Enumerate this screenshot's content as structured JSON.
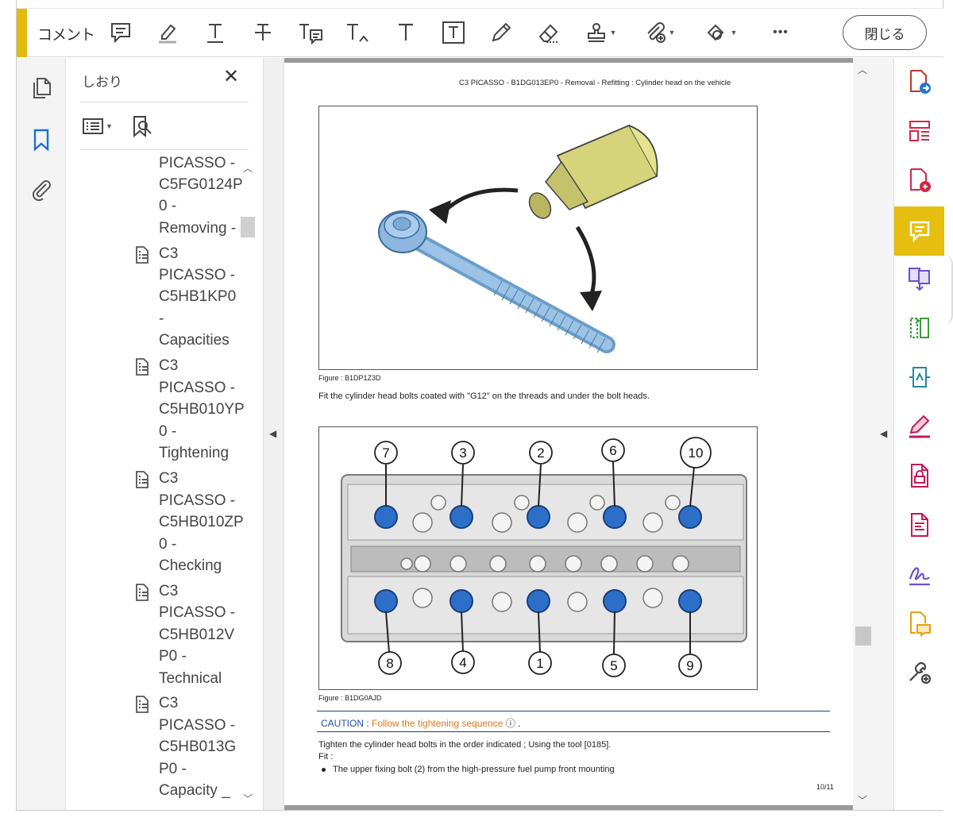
{
  "toolbar": {
    "mode_label": "コメント",
    "close_label": "閉じる",
    "tools": [
      {
        "name": "sticky-note-icon"
      },
      {
        "name": "highlight-icon"
      },
      {
        "name": "underline-text-icon"
      },
      {
        "name": "strikethrough-text-icon"
      },
      {
        "name": "replace-text-icon"
      },
      {
        "name": "insert-text-icon"
      },
      {
        "name": "add-text-comment-icon"
      },
      {
        "name": "text-box-icon"
      },
      {
        "name": "pencil-icon"
      },
      {
        "name": "eraser-icon"
      },
      {
        "name": "stamp-icon"
      },
      {
        "name": "attach-file-icon"
      },
      {
        "name": "shapes-icon"
      },
      {
        "name": "more-icon",
        "label": "•••"
      }
    ]
  },
  "left_rail": {
    "items": [
      "page-thumbnails-icon",
      "bookmarks-icon",
      "attachments-icon"
    ]
  },
  "bookmarks": {
    "title": "しおり",
    "close_glyph": "✕",
    "entries": [
      {
        "lines": [
          "PICASSO -",
          "C5FG0124P",
          "0 -",
          "Removing -"
        ],
        "has_icon": false
      },
      {
        "lines": [
          "C3",
          "PICASSO -",
          "C5HB1KP0",
          "-",
          "Capacities"
        ],
        "has_icon": true
      },
      {
        "lines": [
          "C3",
          "PICASSO -",
          "C5HB010YP",
          "0 -",
          "Tightening"
        ],
        "has_icon": true
      },
      {
        "lines": [
          "C3",
          "PICASSO -",
          "C5HB010ZP",
          "0 -",
          "Checking"
        ],
        "has_icon": true
      },
      {
        "lines": [
          "C3",
          "PICASSO -",
          "C5HB012V",
          "P0 -",
          "Technical"
        ],
        "has_icon": true
      },
      {
        "lines": [
          "C3",
          "PICASSO -",
          "C5HB013G",
          "P0 -",
          "Capacity _"
        ],
        "has_icon": true
      }
    ]
  },
  "document": {
    "header": "C3 PICASSO - B1DG013EP0 - Removal - Refitting : Cylinder head on the vehicle",
    "figure1_caption": "Figure : B1DP1Z3D",
    "paragraph1": "Fit the cylinder head bolts coated with \"G12\" on the threads and under the bolt heads.",
    "figure2_caption": "Figure : B1DG0AJD",
    "figure2_top_labels": [
      "7",
      "3",
      "2",
      "6",
      "10"
    ],
    "figure2_bottom_labels": [
      "8",
      "4",
      "1",
      "5",
      "9"
    ],
    "caution_label": "CAUTION :",
    "caution_text": "Follow the tightening sequence",
    "caution_info": "ⓘ",
    "paragraph2": "Tighten the cylinder head bolts in the order indicated ; Using the tool [0185].",
    "paragraph3": "Fit :",
    "bullet1": "The upper fixing bolt (2) from the high-pressure fuel pump front mounting",
    "page_number": "10/11"
  },
  "right_rail": {
    "items": [
      {
        "name": "export-pdf-icon",
        "color": "#c8322a"
      },
      {
        "name": "edit-pdf-icon",
        "color": "#d0284b"
      },
      {
        "name": "create-pdf-icon",
        "color": "#d0284b"
      },
      {
        "name": "comment-icon",
        "color": "#ffffff",
        "active": true
      },
      {
        "name": "combine-files-icon",
        "color": "#6b4fcf"
      },
      {
        "name": "organize-pages-icon",
        "color": "#3a9b3a"
      },
      {
        "name": "scan-ocr-icon",
        "color": "#1f8a9e"
      },
      {
        "name": "fill-sign-icon",
        "color": "#c2195b"
      },
      {
        "name": "protect-icon",
        "color": "#c2195b"
      },
      {
        "name": "redact-icon",
        "color": "#c2195b"
      },
      {
        "name": "request-signatures-icon",
        "color": "#6b4fcf"
      },
      {
        "name": "send-for-comments-icon",
        "color": "#e5a00f"
      },
      {
        "name": "more-tools-icon",
        "color": "#444444"
      }
    ]
  },
  "colors": {
    "accent": "#e3bb10",
    "bolt_blue": "#2d6fc8",
    "caution_blue": "#1f4fb0",
    "caution_orange": "#e07820"
  }
}
